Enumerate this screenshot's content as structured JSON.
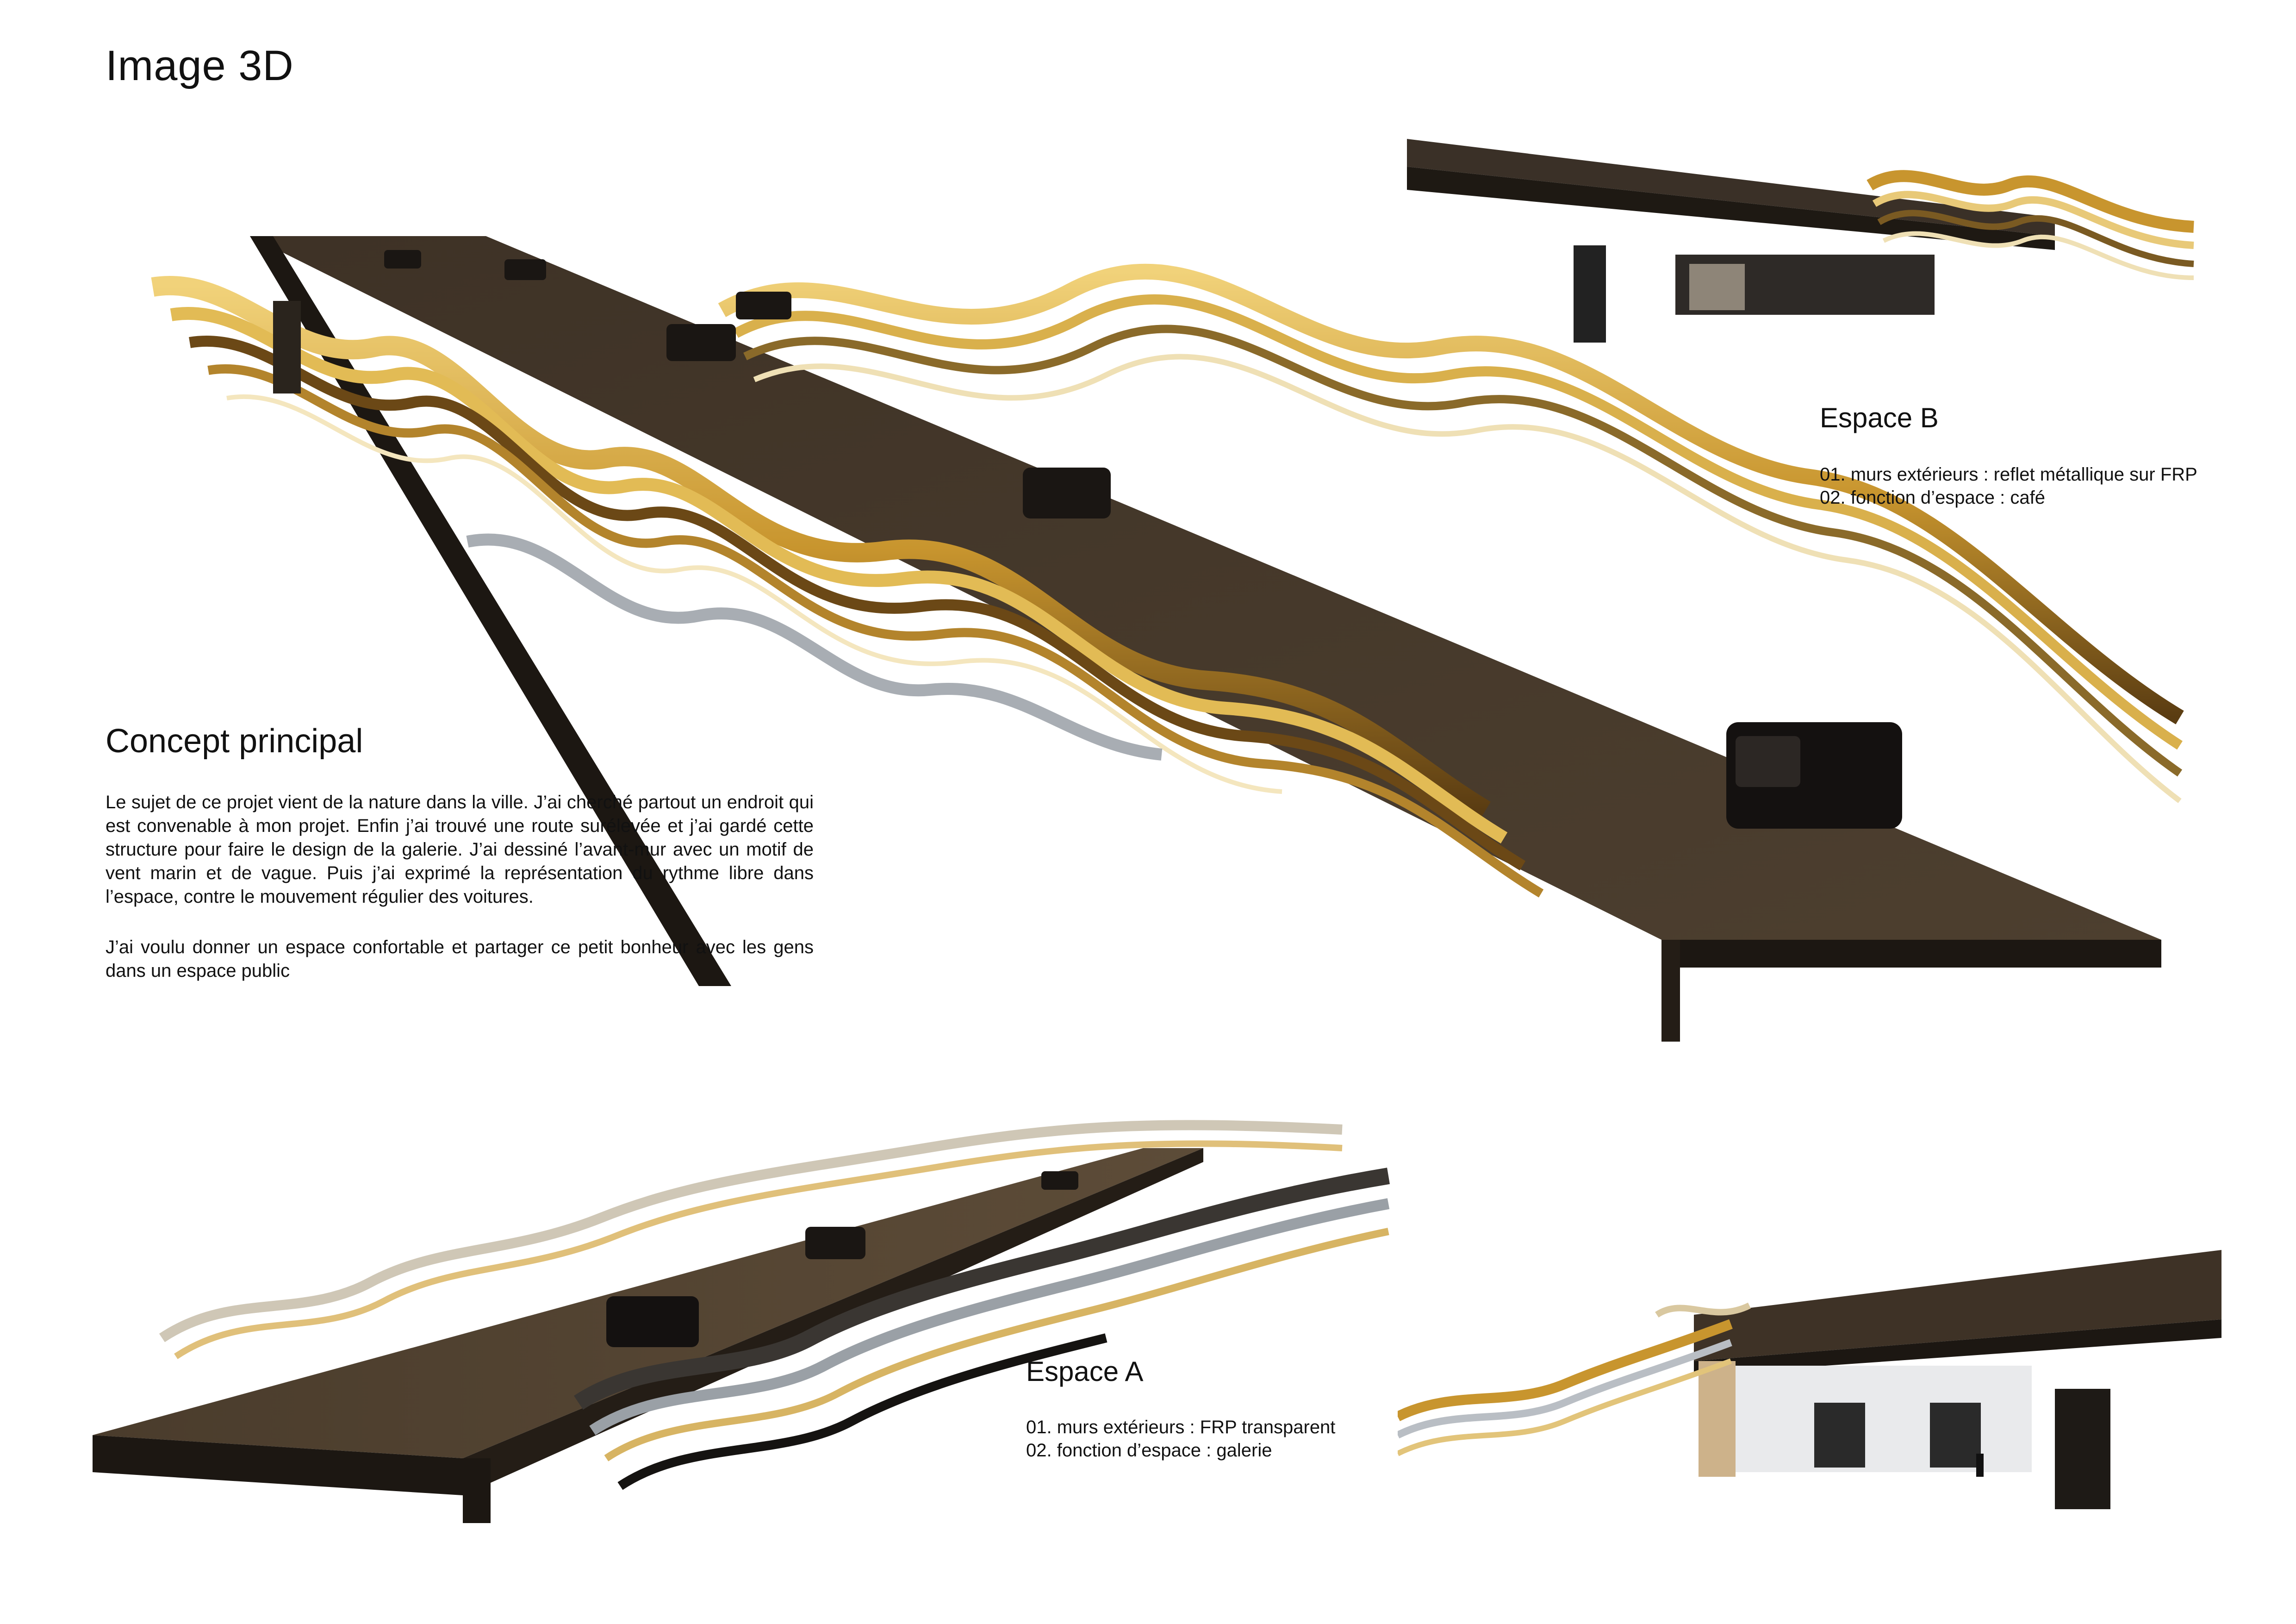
{
  "title": "Image 3D",
  "concept": {
    "title": "Concept principal",
    "paragraphs": [
      "Le sujet de ce projet vient de la nature dans la ville. J’ai cherché partout un endroit qui est convenable à mon projet. Enfin j’ai trouvé une route surélevée et j’ai gardé cette structure pour faire le design de la galerie. J’ai dessiné l’avant-mur avec un motif de vent marin et de vague. Puis j’ai exprimé la représentation du rythme libre dans l’espace, contre le mouvement régulier des voitures.",
      "J’ai voulu donner un espace confortable et partager ce petit bonheur avec les gens dans un espace public"
    ]
  },
  "espace_b": {
    "title": "Espace B",
    "items": [
      "01. murs extérieurs : reflet métallique sur FRP",
      "02. fonction d’espace : café"
    ]
  },
  "espace_a": {
    "title": "Espace A",
    "items": [
      "01. murs extérieurs : FRP transparent",
      "02. fonction d’espace : galerie"
    ]
  },
  "colors": {
    "road_surface": "#4a3c2c",
    "road_edge": "#1c1712",
    "gold": "#c8952e",
    "gold_light": "#f1d27a",
    "silver": "#a9adb2",
    "background": "#ffffff"
  }
}
